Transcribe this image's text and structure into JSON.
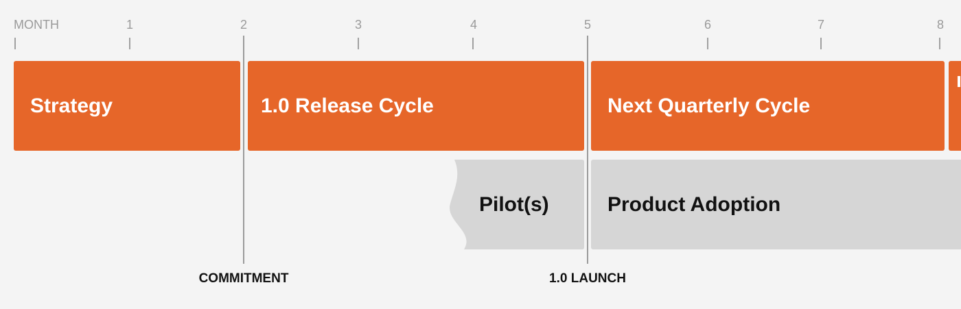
{
  "timeline": {
    "axis_title": "MONTH",
    "months": [
      "1",
      "2",
      "3",
      "4",
      "5",
      "6",
      "7",
      "8"
    ]
  },
  "phases": {
    "strategy": "Strategy",
    "release_cycle": "1.0 Release Cycle",
    "next_quarterly": "Next Quarterly Cycle",
    "pilots": "Pilot(s)",
    "adoption": "Product Adoption"
  },
  "milestones": {
    "commitment": "COMMITMENT",
    "launch": "1.0 LAUNCH"
  },
  "colors": {
    "phase_primary": "#e66629",
    "phase_secondary": "#d6d6d6",
    "background": "#f4f4f4"
  }
}
